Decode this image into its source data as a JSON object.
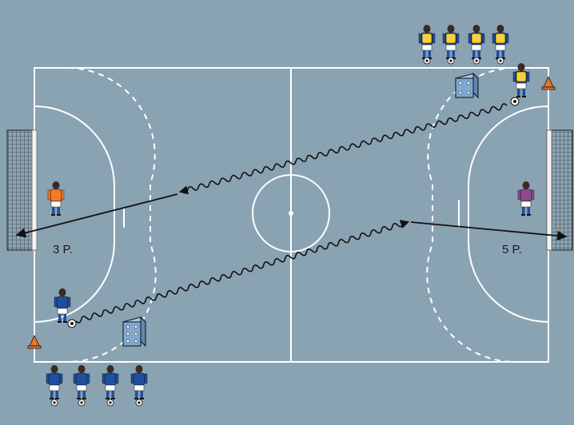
{
  "labels": {
    "left_goal_points": "3 P.",
    "right_goal_points": "5 P."
  },
  "colors": {
    "court": "#8aa3b3",
    "lines": "#ffffff",
    "team_blue_shirt": "#1f4f9a",
    "bib_yellow": "#f2d23a",
    "keeper_left": "#f07a2a",
    "keeper_right": "#8e4a8e",
    "cone": "#e8742a",
    "dice": "#7fa8d2",
    "arrow": "#111111"
  },
  "elements": {
    "top_players": 4,
    "bottom_players": 4,
    "dice_top_face": 4,
    "dice_bottom_face": 6
  }
}
